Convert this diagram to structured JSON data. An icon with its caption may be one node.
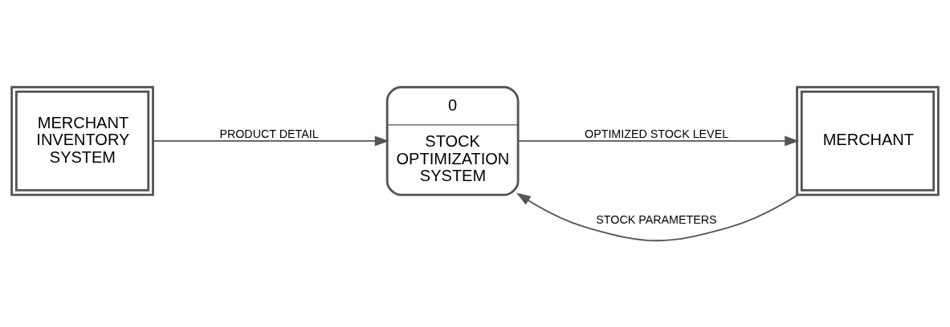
{
  "diagram": {
    "nodes": [
      {
        "text": [
          "MERCHANT INVENTORY SYSTEM"
        ]
      },
      {
        "text": [
          "0",
          "STOCK OPTIMIZATION SYSTEM"
        ]
      },
      {
        "text": [
          "MERCHANT"
        ]
      }
    ],
    "edges": [
      {
        "from": 0,
        "to": 1,
        "arrow": "to",
        "label": "PRODUCT DETAIL"
      },
      {
        "from": 2,
        "to": 1,
        "arrow": "to",
        "label": "STOCK PARAMETERS"
      },
      {
        "from": 1,
        "to": 2,
        "arrow": "to",
        "label": "OPTIMIZED STOCK LEVEL"
      }
    ]
  }
}
